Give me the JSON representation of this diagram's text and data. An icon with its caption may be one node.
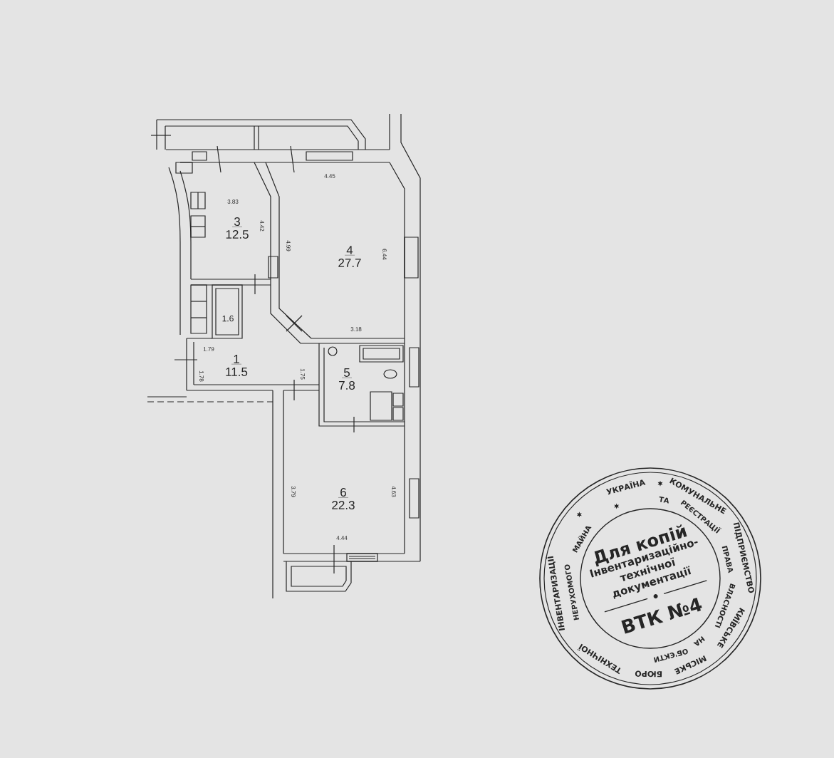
{
  "diagram": {
    "nodes": [
      {
        "text": [
          "3",
          "12.5"
        ]
      },
      {
        "text": [
          "4",
          "27.7"
        ]
      },
      {
        "text": [
          "1.6"
        ]
      },
      {
        "text": [
          "1",
          "11.5"
        ]
      },
      {
        "text": [
          "5",
          "7.8"
        ]
      },
      {
        "text": [
          "6",
          "22.3"
        ]
      },
      {
        "text": [
          "Для копій",
          "Інвентаризаційно- технічної документації",
          "ВТК №4"
        ]
      }
    ],
    "labels": [
      "4.45",
      "3.83",
      "4.42",
      "4.99",
      "6.44",
      "3.18",
      "1.79",
      "1.78",
      "1.75",
      "3.79",
      "4.63",
      "4.44",
      "УКРАЇНА",
      "КОМУНАЛЬНЕ",
      "ПІДПРИЄМСТВО",
      "КИЇВСЬКЕ",
      "МІСЬКЕ",
      "БЮРО",
      "ТЕХНІЧНОЇ",
      "ІНВЕНТАРИЗАЦІЇ",
      "ТА",
      "РЕЄСТРАЦІЇ",
      "ПРАВА",
      "ВЛАСНОСТІ",
      "НА",
      "ОБ'ЄКТИ",
      "НЕРУХОМОГО",
      "МАЙНА"
    ]
  }
}
